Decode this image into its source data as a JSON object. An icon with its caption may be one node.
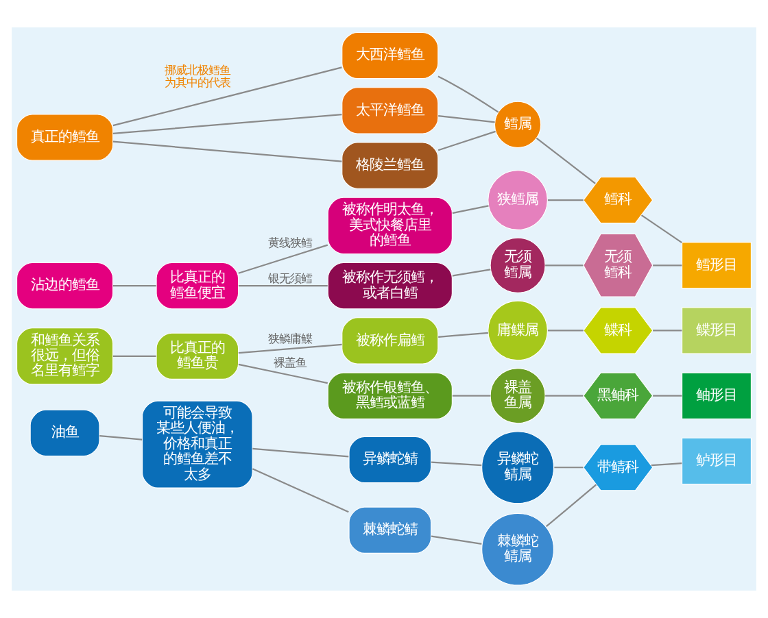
{
  "diagram": {
    "nodes": [
      {
        "text": [
          "真正的鳕鱼"
        ]
      },
      {
        "text": [
          "大西洋鳕鱼"
        ]
      },
      {
        "text": [
          "太平洋鳕鱼"
        ]
      },
      {
        "text": [
          "格陵兰鳕鱼"
        ]
      },
      {
        "text": [
          "鳕属"
        ]
      },
      {
        "text": [
          "鳕科"
        ]
      },
      {
        "text": [
          "鳕形目"
        ]
      },
      {
        "text": [
          "沾边的鳕鱼"
        ]
      },
      {
        "text": [
          "比真正的鳕鱼便宜"
        ]
      },
      {
        "text": [
          "被称作明太鱼，美式快餐店里的鳕鱼"
        ]
      },
      {
        "text": [
          "被称作无须鳕，或者白鳕"
        ]
      },
      {
        "text": [
          "狭鳕属"
        ]
      },
      {
        "text": [
          "无须鳕属"
        ]
      },
      {
        "text": [
          "无须鳕科"
        ]
      },
      {
        "text": [
          "和鳕鱼关系很远，但俗名里有鳕字"
        ]
      },
      {
        "text": [
          "比真正的鳕鱼贵"
        ]
      },
      {
        "text": [
          "被称作扁鳕"
        ]
      },
      {
        "text": [
          "被称作银鳕鱼、黑鳕或蓝鳕"
        ]
      },
      {
        "text": [
          "庸鲽属"
        ]
      },
      {
        "text": [
          "鲽科"
        ]
      },
      {
        "text": [
          "鲽形目"
        ]
      },
      {
        "text": [
          "裸盖鱼属"
        ]
      },
      {
        "text": [
          "黑鲉科"
        ]
      },
      {
        "text": [
          "鲉形目"
        ]
      },
      {
        "text": [
          "油鱼"
        ]
      },
      {
        "text": [
          "可能会导致某些人便油，价格和真正的鳕鱼差不太多"
        ]
      },
      {
        "text": [
          "异鳞蛇鲭"
        ]
      },
      {
        "text": [
          "棘鳞蛇鲭"
        ]
      },
      {
        "text": [
          "异鳞蛇鲭属"
        ]
      },
      {
        "text": [
          "棘鳞蛇鲭属"
        ]
      },
      {
        "text": [
          "带鲭科"
        ]
      },
      {
        "text": [
          "鲈形目"
        ]
      }
    ],
    "edges": [
      {
        "from": 0,
        "to": 1,
        "arrow": "none",
        "label": "挪威北极鳕鱼为其中的代表"
      },
      {
        "from": 0,
        "to": 2,
        "arrow": "none"
      },
      {
        "from": 0,
        "to": 3,
        "arrow": "none"
      },
      {
        "from": 1,
        "to": 4,
        "arrow": "none"
      },
      {
        "from": 2,
        "to": 4,
        "arrow": "none"
      },
      {
        "from": 3,
        "to": 4,
        "arrow": "none"
      },
      {
        "from": 4,
        "to": 5,
        "arrow": "none"
      },
      {
        "from": 5,
        "to": 6,
        "arrow": "none"
      },
      {
        "from": 7,
        "to": 8,
        "arrow": "none"
      },
      {
        "from": 8,
        "to": 9,
        "arrow": "none",
        "label": "黄线狭鳕"
      },
      {
        "from": 8,
        "to": 10,
        "arrow": "none",
        "label": "银无须鳕"
      },
      {
        "from": 9,
        "to": 11,
        "arrow": "none"
      },
      {
        "from": 10,
        "to": 12,
        "arrow": "none"
      },
      {
        "from": 11,
        "to": 5,
        "arrow": "none"
      },
      {
        "from": 12,
        "to": 13,
        "arrow": "none"
      },
      {
        "from": 13,
        "to": 6,
        "arrow": "none"
      },
      {
        "from": 14,
        "to": 15,
        "arrow": "none"
      },
      {
        "from": 15,
        "to": 16,
        "arrow": "none",
        "label": "狭鳞庸鲽"
      },
      {
        "from": 15,
        "to": 17,
        "arrow": "none",
        "label": "裸盖鱼"
      },
      {
        "from": 16,
        "to": 18,
        "arrow": "none"
      },
      {
        "from": 18,
        "to": 19,
        "arrow": "none"
      },
      {
        "from": 19,
        "to": 20,
        "arrow": "none"
      },
      {
        "from": 17,
        "to": 21,
        "arrow": "none"
      },
      {
        "from": 21,
        "to": 22,
        "arrow": "none"
      },
      {
        "from": 22,
        "to": 23,
        "arrow": "none"
      },
      {
        "from": 24,
        "to": 25,
        "arrow": "none"
      },
      {
        "from": 25,
        "to": 26,
        "arrow": "none"
      },
      {
        "from": 25,
        "to": 27,
        "arrow": "none"
      },
      {
        "from": 26,
        "to": 28,
        "arrow": "none"
      },
      {
        "from": 27,
        "to": 29,
        "arrow": "none"
      },
      {
        "from": 28,
        "to": 30,
        "arrow": "none"
      },
      {
        "from": 29,
        "to": 30,
        "arrow": "none"
      },
      {
        "from": 30,
        "to": 31,
        "arrow": "none"
      }
    ]
  }
}
